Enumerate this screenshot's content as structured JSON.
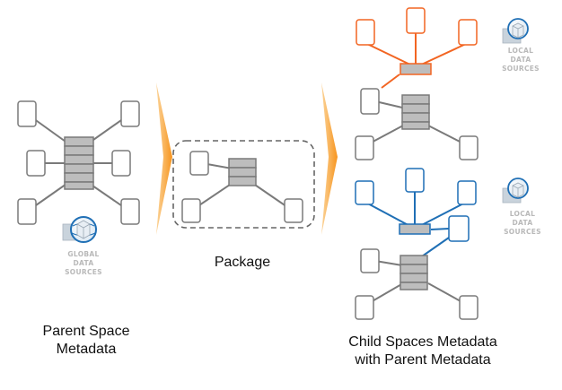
{
  "captions": {
    "parent_line1": "Parent Space",
    "parent_line2": "Metadata",
    "package": "Package",
    "child_line1": "Child Spaces Metadata",
    "child_line2": "with Parent Metadata"
  },
  "source_badges": {
    "global": [
      "GLOBAL",
      "DATA",
      "SOURCES"
    ],
    "local_top": [
      "LOCAL",
      "DATA",
      "SOURCES"
    ],
    "local_bottom": [
      "LOCAL",
      "DATA",
      "SOURCES"
    ]
  },
  "colors": {
    "gray_line": "#7a7a7a",
    "node_fill": "#ffffff",
    "hub_fill": "#bdbdbd",
    "orange": "#f26522",
    "blue": "#1f6fb5",
    "arrow": "#f7941d",
    "globe": "#1f6fb5"
  },
  "icons": {
    "global_sources": "globe-database-icon",
    "local_sources": "local-database-icon",
    "flow_arrow": "chevron-arrow-icon"
  }
}
